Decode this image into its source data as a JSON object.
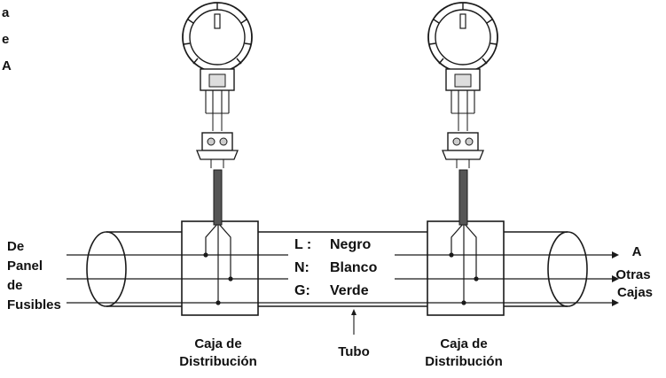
{
  "cropped_title_fragments": [
    "a",
    "e",
    "A"
  ],
  "left_label_lines": [
    "De",
    "Panel",
    "de",
    "Fusibles"
  ],
  "right_label_lines": [
    "A",
    "Otras",
    "Cajas"
  ],
  "legend": [
    {
      "code": "L :",
      "color": "Negro"
    },
    {
      "code": "N:",
      "color": "Blanco"
    },
    {
      "code": "G:",
      "color": "Verde"
    }
  ],
  "box_label_left": [
    "Caja de",
    "Distribución"
  ],
  "box_label_right": [
    "Caja de",
    "Distribución"
  ],
  "tube_label": "Tubo",
  "colors": {
    "line": "#1a1a1a",
    "wire_gray": "#888888",
    "conduit_dark": "#555555",
    "background": "#ffffff"
  }
}
